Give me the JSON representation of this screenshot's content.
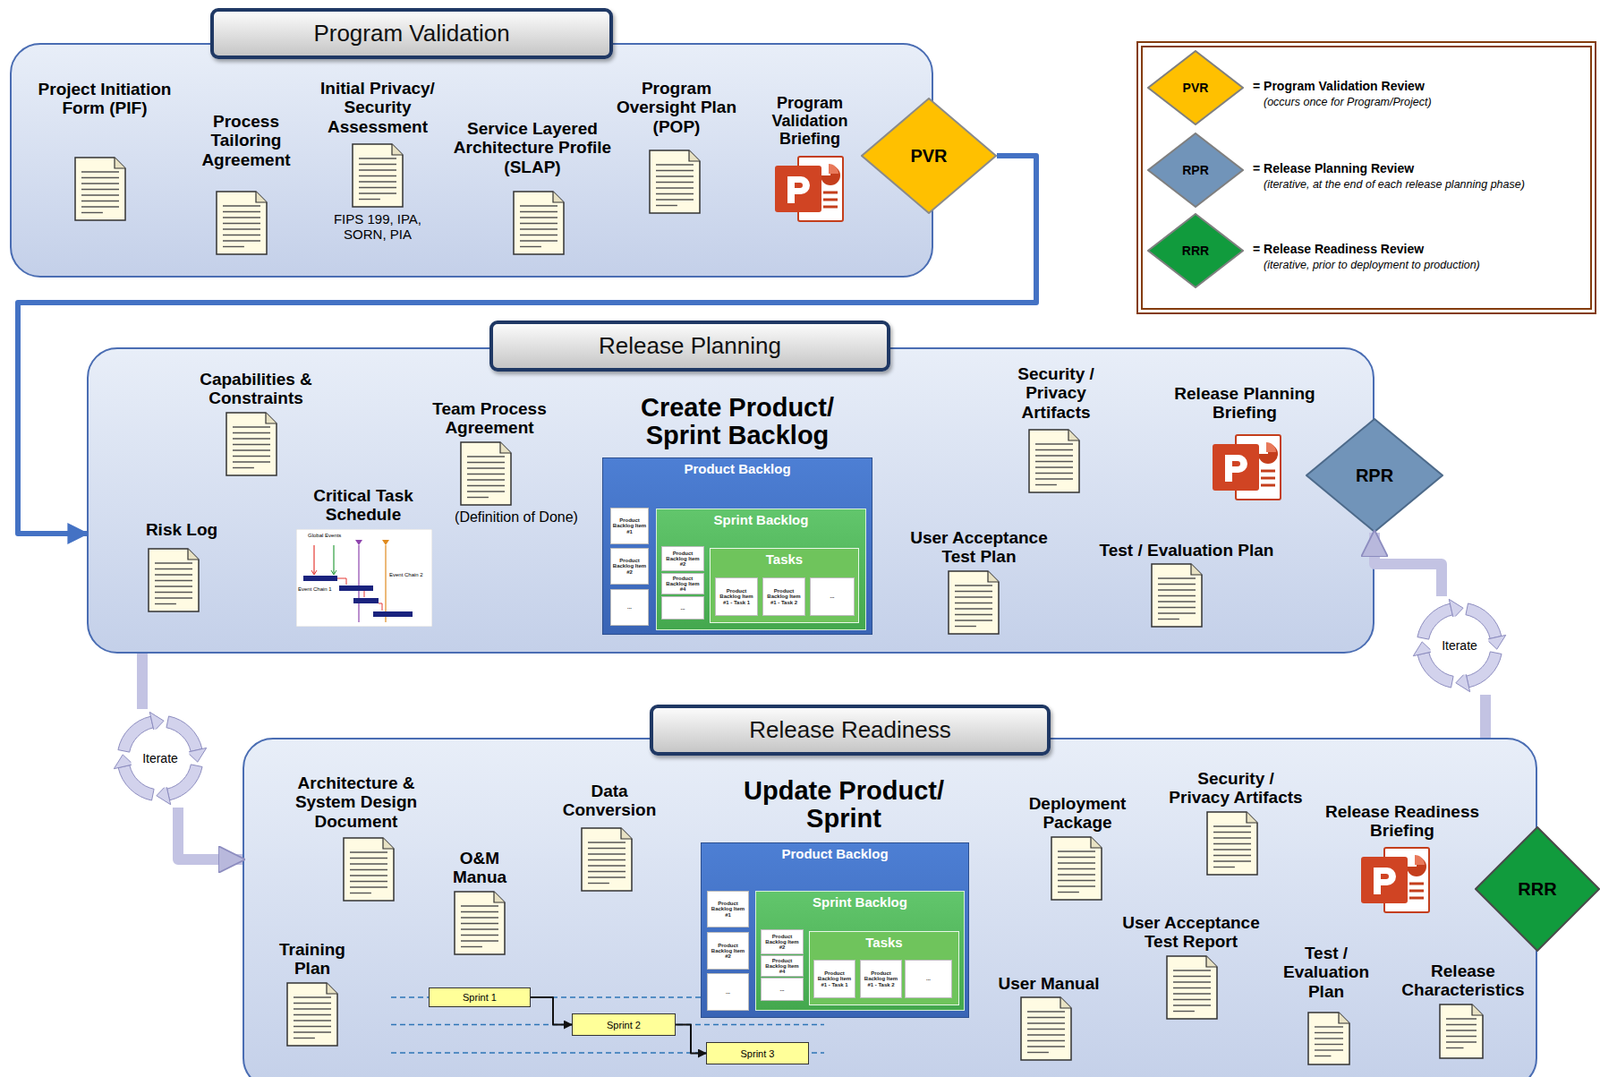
{
  "diagram": {
    "nodes": [
      {
        "text": [
          "Program Validation"
        ]
      },
      {
        "text": [
          "Project Initiation Form (PIF)"
        ],
        "in": 0
      },
      {
        "text": [
          "Process Tailoring Agreement"
        ],
        "in": 0
      },
      {
        "text": [
          "Initial Privacy/ Security Assessment",
          "FIPS 199, IPA, SORN, PIA"
        ],
        "in": 0
      },
      {
        "text": [
          "Service Layered Architecture Profile (SLAP)"
        ],
        "in": 0
      },
      {
        "text": [
          "Program Oversight Plan (POP)"
        ],
        "in": 0
      },
      {
        "text": [
          "Program Validation Briefing"
        ],
        "in": 0
      },
      {
        "text": [
          "PVR"
        ],
        "in": 0
      },
      {
        "text": [
          "Release Planning"
        ]
      },
      {
        "text": [
          "Capabilities & Constraints"
        ],
        "in": 8
      },
      {
        "text": [
          "Risk Log"
        ],
        "in": 8
      },
      {
        "text": [
          "Critical Task Schedule"
        ],
        "in": 8
      },
      {
        "text": [
          "Team Process Agreement",
          "(Definition of Done)"
        ],
        "in": 8
      },
      {
        "text": [
          "Create Product/ Sprint Backlog"
        ],
        "in": 8
      },
      {
        "text": [
          "Product Backlog"
        ],
        "in": 13
      },
      {
        "text": [
          "Product Backlog Item #1"
        ],
        "in": 14
      },
      {
        "text": [
          "Product Backlog Item #2"
        ],
        "in": 14
      },
      {
        "text": [
          "..."
        ],
        "in": 14
      },
      {
        "text": [
          "Sprint Backlog"
        ],
        "in": 14
      },
      {
        "text": [
          "Product Backlog Item #2"
        ],
        "in": 18
      },
      {
        "text": [
          "Product Backlog Item #4"
        ],
        "in": 18
      },
      {
        "text": [
          "..."
        ],
        "in": 18
      },
      {
        "text": [
          "Tasks"
        ],
        "in": 18
      },
      {
        "text": [
          "Product Backlog Item #1 - Task 1"
        ],
        "in": 22
      },
      {
        "text": [
          "Product Backlog Item #1 - Task 2"
        ],
        "in": 22
      },
      {
        "text": [
          "..."
        ],
        "in": 22
      },
      {
        "text": [
          "Security / Privacy Artifacts"
        ],
        "in": 8
      },
      {
        "text": [
          "Release Planning Briefing"
        ],
        "in": 8
      },
      {
        "text": [
          "User Acceptance Test Plan"
        ],
        "in": 8
      },
      {
        "text": [
          "Test / Evaluation Plan"
        ],
        "in": 8
      },
      {
        "text": [
          "RPR"
        ],
        "in": 8
      },
      {
        "text": [
          "Iterate"
        ]
      },
      {
        "text": [
          "Release Readiness"
        ]
      },
      {
        "text": [
          "Architecture & System Design Document"
        ],
        "in": 32
      },
      {
        "text": [
          "O&M Manua"
        ],
        "in": 32
      },
      {
        "text": [
          "Training Plan"
        ],
        "in": 32
      },
      {
        "text": [
          "Data Conversion"
        ],
        "in": 32
      },
      {
        "text": [
          "Update Product/ Sprint"
        ],
        "in": 32
      },
      {
        "text": [
          "Product Backlog"
        ],
        "in": 37
      },
      {
        "text": [
          "Product Backlog Item #1"
        ],
        "in": 38
      },
      {
        "text": [
          "Product Backlog Item #2"
        ],
        "in": 38
      },
      {
        "text": [
          "..."
        ],
        "in": 38
      },
      {
        "text": [
          "Sprint Backlog"
        ],
        "in": 38
      },
      {
        "text": [
          "Product Backlog Item #2"
        ],
        "in": 42
      },
      {
        "text": [
          "Product Backlog Item #4"
        ],
        "in": 42
      },
      {
        "text": [
          "..."
        ],
        "in": 42
      },
      {
        "text": [
          "Tasks"
        ],
        "in": 42
      },
      {
        "text": [
          "Product Backlog Item #1 - Task 1"
        ],
        "in": 46
      },
      {
        "text": [
          "Product Backlog Item #1 - Task 2"
        ],
        "in": 46
      },
      {
        "text": [
          "..."
        ],
        "in": 46
      },
      {
        "text": [
          "Sprint 1"
        ],
        "in": 32
      },
      {
        "text": [
          "Sprint 2"
        ],
        "in": 32
      },
      {
        "text": [
          "Sprint 3"
        ],
        "in": 32
      },
      {
        "text": [
          "Deployment Package"
        ],
        "in": 32
      },
      {
        "text": [
          "Security / Privacy Artifacts"
        ],
        "in": 32
      },
      {
        "text": [
          "Release Readiness Briefing"
        ],
        "in": 32
      },
      {
        "text": [
          "User Manual"
        ],
        "in": 32
      },
      {
        "text": [
          "User Acceptance Test Report"
        ],
        "in": 32
      },
      {
        "text": [
          "Test / Evaluation Plan"
        ],
        "in": 32
      },
      {
        "text": [
          "Release Characteristics"
        ],
        "in": 32
      },
      {
        "text": [
          "RRR"
        ],
        "in": 32
      },
      {
        "text": [
          "Iterate"
        ]
      }
    ],
    "edges": [
      {
        "from": 7,
        "to": 8,
        "arrow": "to"
      },
      {
        "from": 8,
        "to": 31,
        "arrow": "none"
      },
      {
        "from": 31,
        "to": 32,
        "arrow": "to"
      },
      {
        "from": 32,
        "to": 61,
        "arrow": "none"
      },
      {
        "from": 61,
        "to": 30,
        "arrow": "to"
      },
      {
        "from": 50,
        "to": 51,
        "arrow": "to"
      },
      {
        "from": 51,
        "to": 52,
        "arrow": "to"
      }
    ],
    "labels": [
      "PVR",
      "(occurs once for Program/Project)",
      "RPR",
      "(iterative, at the end of each release planning phase)",
      "RRR",
      "(iterative, prior to deployment to production)",
      "Global Events",
      "Event Chain 1",
      "Event Chain 2"
    ],
    "legend": [
      {
        "text": "= Program Validation Review",
        "color": "#ffc000"
      },
      {
        "text": "= Release Planning Review",
        "color": "#7194b9"
      },
      {
        "text": "= Release Readiness Review",
        "color": "#119b3d"
      }
    ]
  }
}
